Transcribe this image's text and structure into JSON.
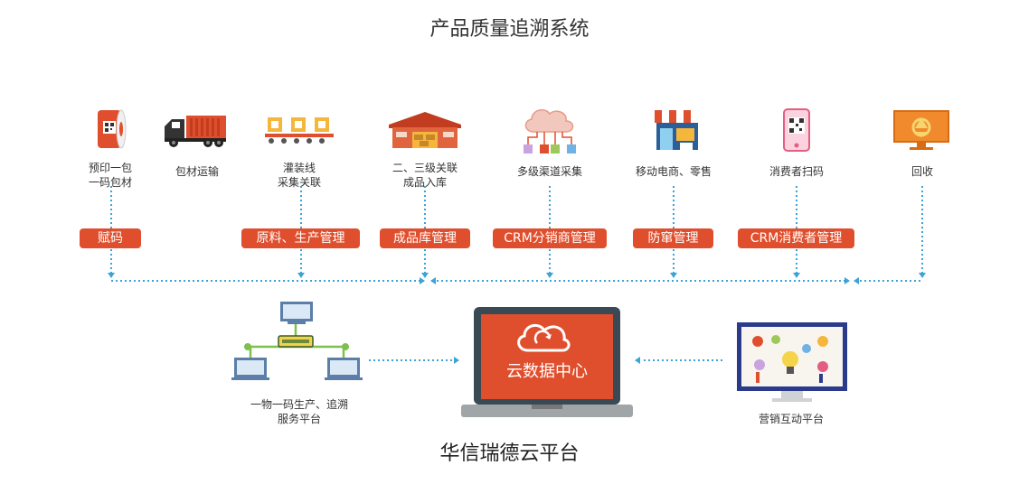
{
  "title": "产品质量追溯系统",
  "stages": [
    {
      "label": "预印一包\n一码包材",
      "icon": "qr-roll-icon"
    },
    {
      "label": "包材运输",
      "icon": "truck-icon"
    },
    {
      "label": "灌装线\n采集关联",
      "icon": "conveyor-icon"
    },
    {
      "label": "二、三级关联\n成品入库",
      "icon": "warehouse-icon"
    },
    {
      "label": "多级渠道采集",
      "icon": "cloud-network-icon"
    },
    {
      "label": "移动电商、零售",
      "icon": "store-icon"
    },
    {
      "label": "消费者扫码",
      "icon": "phone-qr-icon"
    },
    {
      "label": "回收",
      "icon": "recycle-monitor-icon"
    }
  ],
  "modules": [
    "赋码",
    "原料、生产管理",
    "成品库管理",
    "CRM分销商管理",
    "防窜管理",
    "CRM消费者管理"
  ],
  "left_platform": "一物一码生产、追溯\n服务平台",
  "center_label": "云数据中心",
  "right_platform": "营销互动平台",
  "brand": "华信瑞德云平台",
  "colors": {
    "accent": "#e04f2d",
    "dots": "#3ba3d6"
  }
}
